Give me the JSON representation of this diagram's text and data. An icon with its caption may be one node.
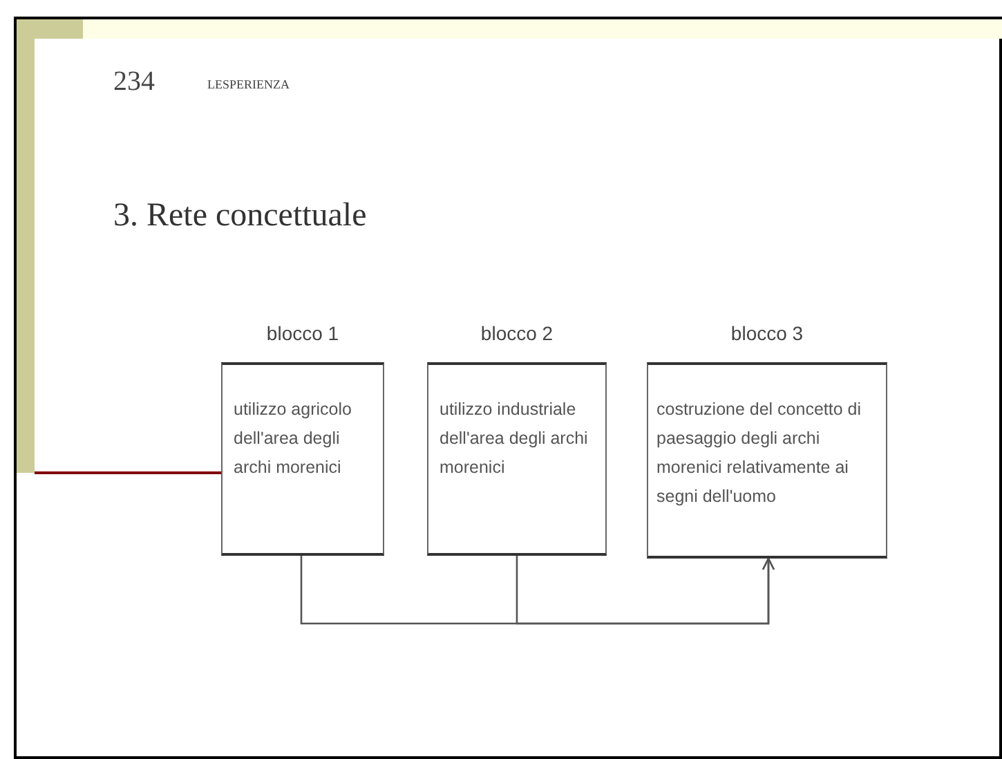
{
  "diagram": {
    "title": "3. Rete concettuale",
    "nodes": [
      {
        "text": [
          "blocco 1",
          "utilizzo agricolo dell'area degli archi morenici"
        ]
      },
      {
        "text": [
          "blocco 2",
          "utilizzo industriale dell'area degli archi morenici"
        ]
      },
      {
        "text": [
          "blocco 3",
          "costruzione del concetto di paesaggio degli archi morenici relativamente ai segni dell'uomo"
        ]
      }
    ],
    "edges": [
      {
        "from": 0,
        "to": 2,
        "arrow": "to"
      },
      {
        "from": 1,
        "to": 2,
        "arrow": "to"
      }
    ],
    "labels": [
      "234",
      "LESPERIENZA"
    ]
  }
}
